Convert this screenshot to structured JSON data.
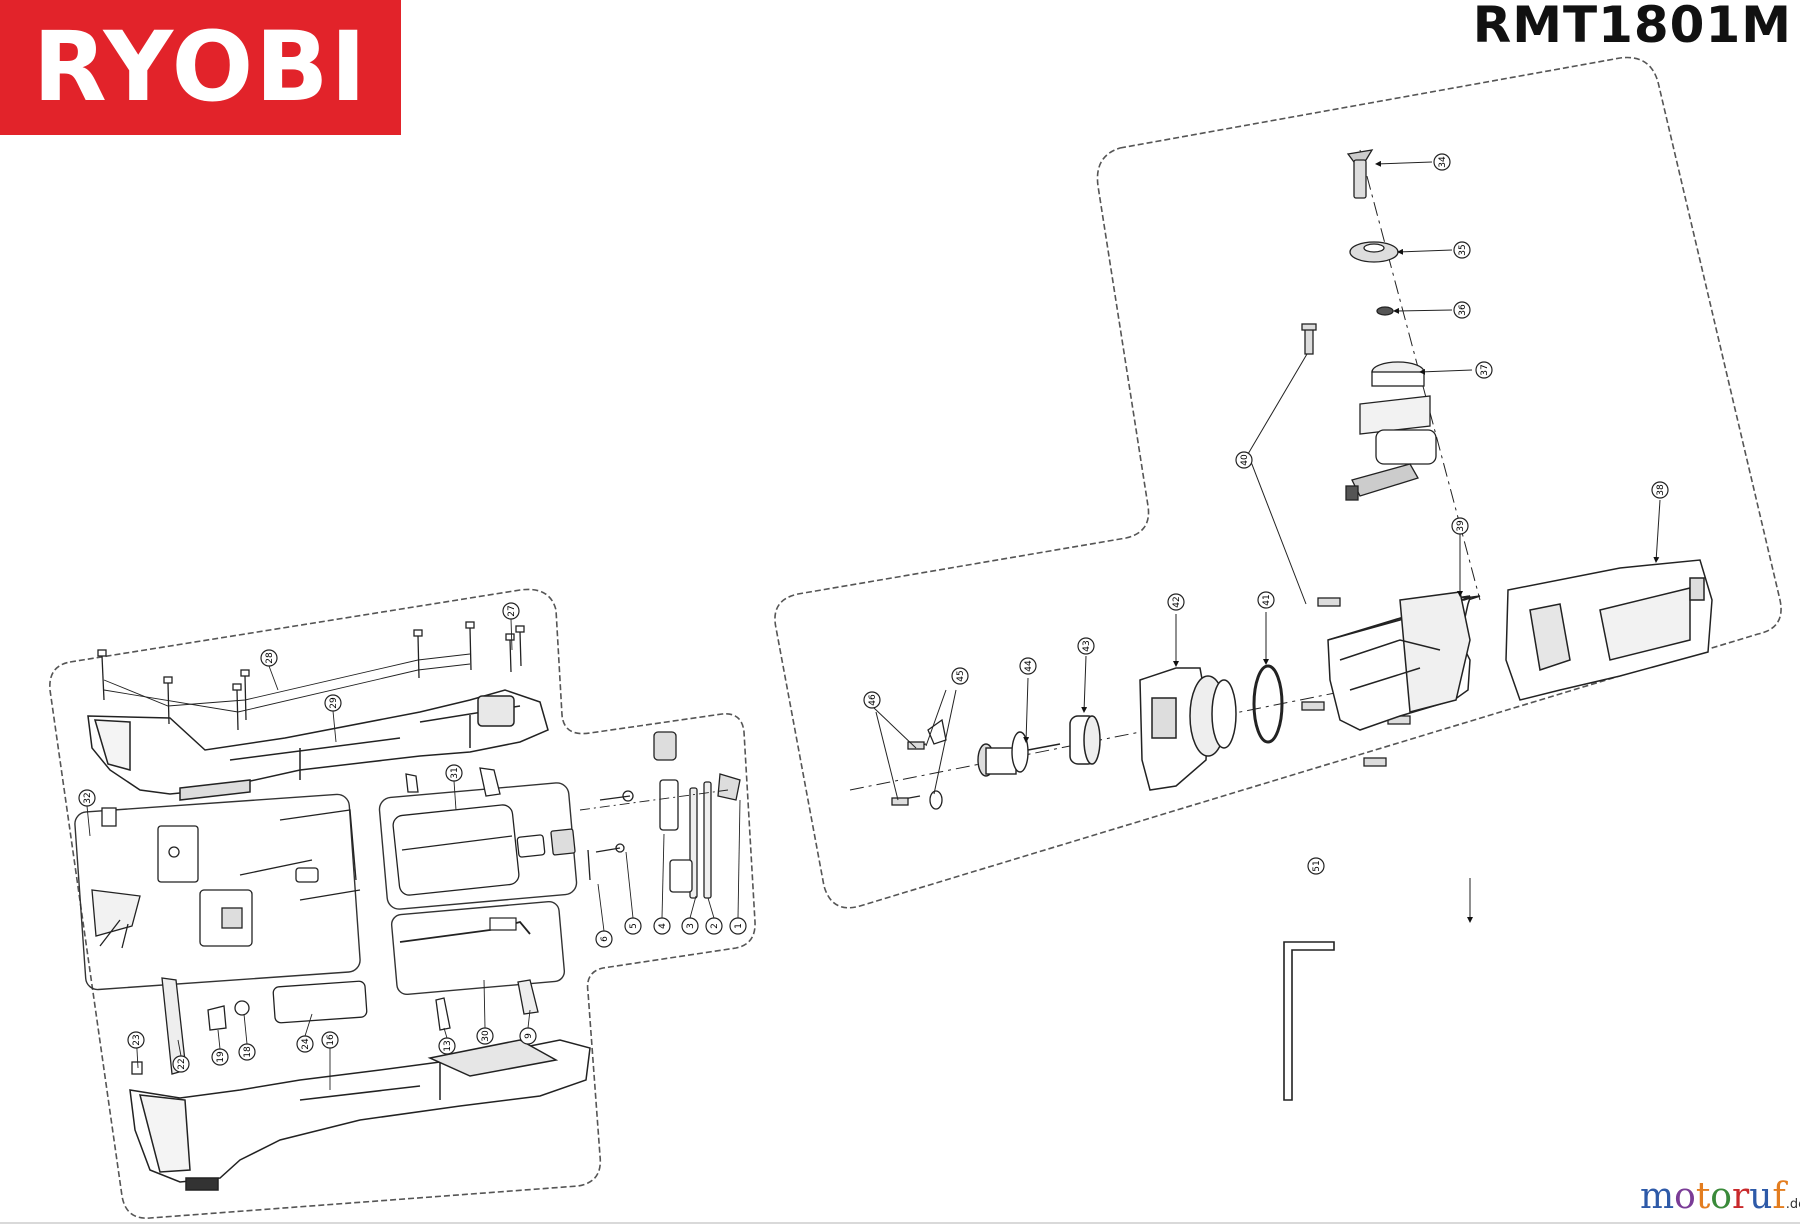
{
  "brand": {
    "name": "RYOBI",
    "color": "#e2232a"
  },
  "model": "RMT1801M",
  "watermark": {
    "main": "motoruf",
    "suffix": ".de",
    "colors": [
      "#2e5aa8",
      "#7a3c96",
      "#e37d1f",
      "#3a8a3a",
      "#c9292b",
      "#2e5aa8",
      "#e37d1f"
    ]
  },
  "left_group": {
    "callouts": [
      "27",
      "28",
      "29",
      "31",
      "32",
      "6",
      "5",
      "4",
      "3",
      "2",
      "1",
      "23",
      "22",
      "19",
      "18",
      "24",
      "16",
      "13",
      "30",
      "9"
    ]
  },
  "right_group": {
    "callouts": [
      "34",
      "35",
      "36",
      "37",
      "40",
      "38",
      "39",
      "42",
      "41",
      "43",
      "44",
      "45",
      "46"
    ]
  },
  "loose_part": {
    "callout": "51"
  }
}
